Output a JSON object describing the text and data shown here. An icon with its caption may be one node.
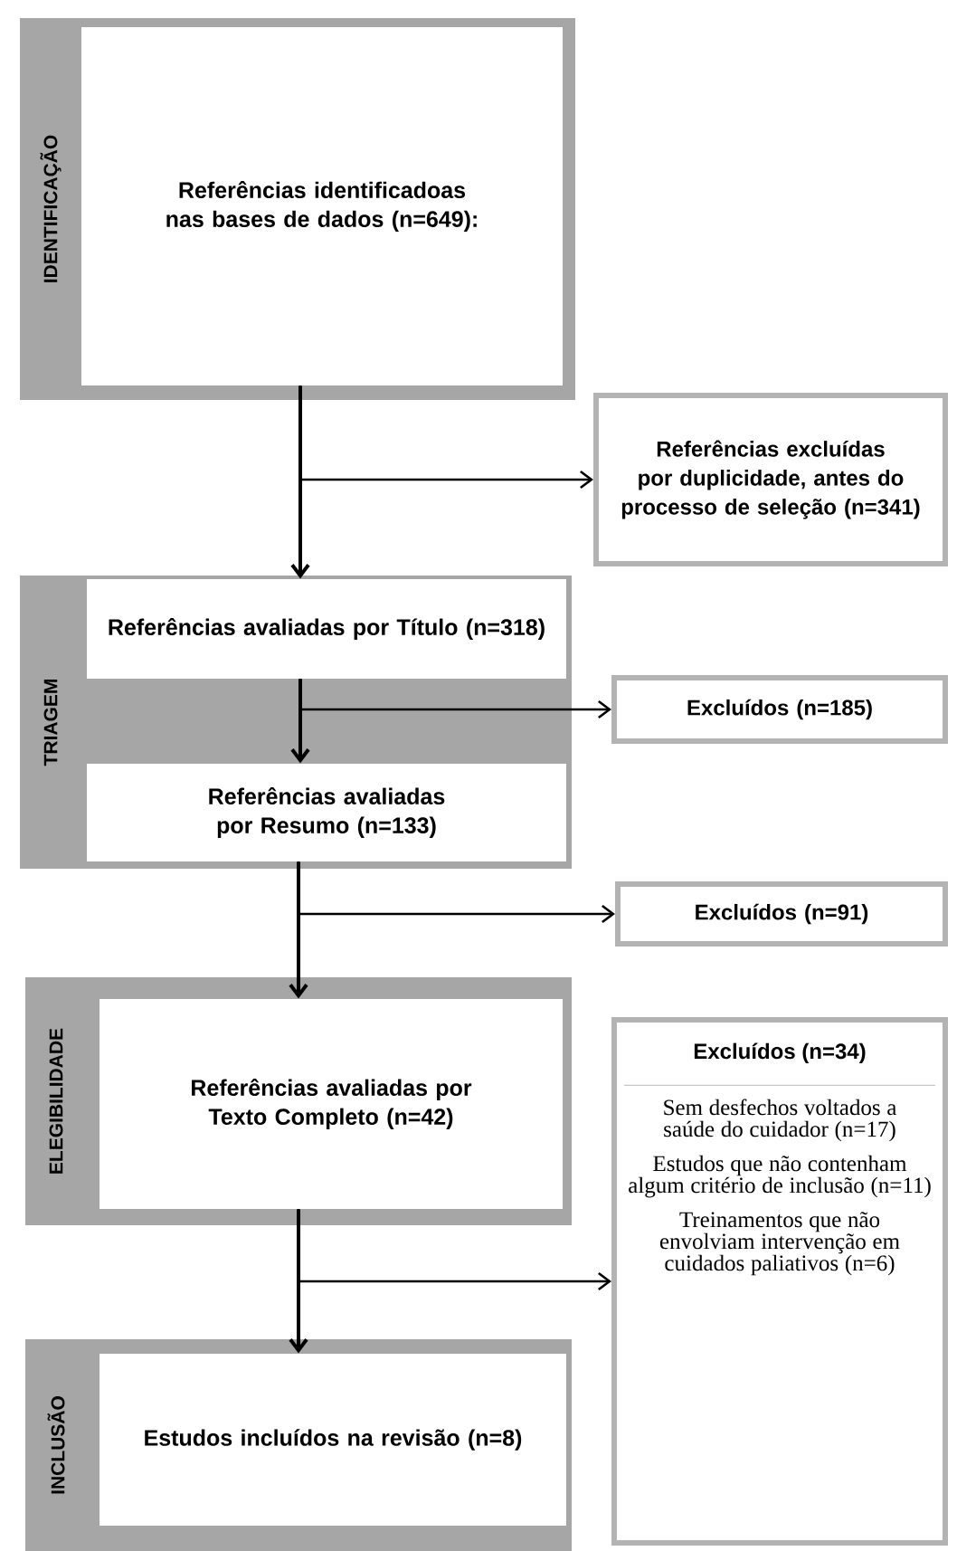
{
  "diagram": {
    "nodes": [
      {
        "text": [
          "IDENTIFICAÇÃO"
        ]
      },
      {
        "text": [
          "Referências identificadoas nas bases de dados (n=649):"
        ],
        "in": 0
      },
      {
        "text": [
          "Referências excluídas por duplicidade, antes do processo de seleção (n=341)"
        ]
      },
      {
        "text": [
          "TRIAGEM"
        ]
      },
      {
        "text": [
          "Referências avaliadas por Título (n=318)"
        ],
        "in": 3
      },
      {
        "text": [
          "Excluídos (n=185)"
        ]
      },
      {
        "text": [
          "Referências avaliadas por Resumo (n=133)"
        ],
        "in": 3
      },
      {
        "text": [
          "Excluídos (n=91)"
        ]
      },
      {
        "text": [
          "ELEGIBILIDADE"
        ]
      },
      {
        "text": [
          "Referências avaliadas por Texto Completo (n=42)"
        ],
        "in": 8
      },
      {
        "text": [
          "Excluídos (n=34)",
          "Sem desfechos voltados a saúde do cuidador (n=17)",
          "Estudos que não contenham algum critério de inclusão (n=11)",
          "Treinamentos que não envolviam intervenção em cuidados paliativos (n=6)"
        ]
      },
      {
        "text": [
          "INCLUSÃO"
        ]
      },
      {
        "text": [
          "Estudos incluídos na revisão (n=8)"
        ],
        "in": 11
      }
    ],
    "edges": [
      {
        "from": 1,
        "to": 2,
        "arrow": "to"
      },
      {
        "from": 1,
        "to": 4,
        "arrow": "to"
      },
      {
        "from": 4,
        "to": 5,
        "arrow": "to"
      },
      {
        "from": 4,
        "to": 6,
        "arrow": "to"
      },
      {
        "from": 6,
        "to": 7,
        "arrow": "to"
      },
      {
        "from": 6,
        "to": 9,
        "arrow": "to"
      },
      {
        "from": 9,
        "to": 10,
        "arrow": "to"
      },
      {
        "from": 9,
        "to": 12,
        "arrow": "to"
      }
    ]
  }
}
